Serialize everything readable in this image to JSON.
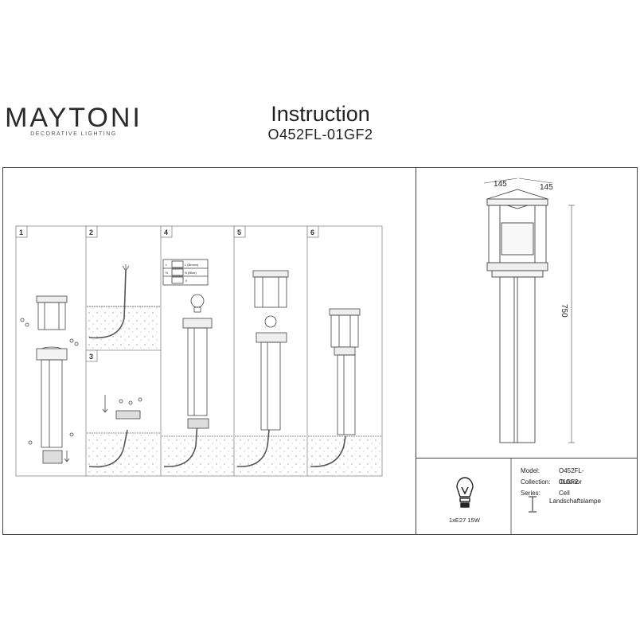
{
  "brand": {
    "name": "MAYTONI",
    "tagline": "DECORATIVE LIGHTING"
  },
  "header": {
    "title": "Instruction",
    "model": "O452FL-01GF2"
  },
  "steps": [
    {
      "label": "1"
    },
    {
      "label": "2"
    },
    {
      "label": "3"
    },
    {
      "label": "4"
    },
    {
      "label": "5"
    },
    {
      "label": "6"
    }
  ],
  "wiring": {
    "row1": "L",
    "row1_text": "L (Brown)",
    "row2": "N",
    "row2_text": "N (Blue)",
    "row3_text": "⏚"
  },
  "dimensions": {
    "width1": "145",
    "width2": "145",
    "height": "750"
  },
  "bulb": {
    "spec": "1xE27 15W"
  },
  "specs": {
    "model_label": "Model:",
    "model_value": "O452FL-01GF2",
    "collection_label": "Collection:",
    "collection_value": "Outdoor",
    "series_label": "Series:",
    "series_value": "Cell",
    "type_value": "Landschaftslampe"
  },
  "colors": {
    "line": "#444444",
    "text": "#222222",
    "soil": "#999999"
  }
}
